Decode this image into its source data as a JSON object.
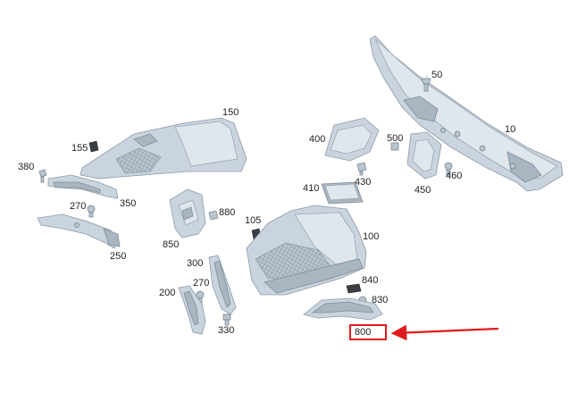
{
  "diagram": {
    "callouts": [
      {
        "id": "c10",
        "text": "10"
      },
      {
        "id": "c50",
        "text": "50"
      },
      {
        "id": "c100",
        "text": "100"
      },
      {
        "id": "c105",
        "text": "105"
      },
      {
        "id": "c150",
        "text": "150"
      },
      {
        "id": "c155",
        "text": "155"
      },
      {
        "id": "c200",
        "text": "200"
      },
      {
        "id": "c250",
        "text": "250"
      },
      {
        "id": "c270a",
        "text": "270"
      },
      {
        "id": "c270b",
        "text": "270"
      },
      {
        "id": "c300",
        "text": "300"
      },
      {
        "id": "c330",
        "text": "330"
      },
      {
        "id": "c350",
        "text": "350"
      },
      {
        "id": "c380",
        "text": "380"
      },
      {
        "id": "c400",
        "text": "400"
      },
      {
        "id": "c410",
        "text": "410"
      },
      {
        "id": "c430",
        "text": "430"
      },
      {
        "id": "c450",
        "text": "450"
      },
      {
        "id": "c460",
        "text": "460"
      },
      {
        "id": "c500",
        "text": "500"
      },
      {
        "id": "c800",
        "text": "800"
      },
      {
        "id": "c830",
        "text": "830"
      },
      {
        "id": "c840",
        "text": "840"
      },
      {
        "id": "c850",
        "text": "850"
      },
      {
        "id": "c880",
        "text": "880"
      }
    ],
    "highlight": {
      "callout_id": "c800",
      "color": "#e11b1b"
    },
    "colors": {
      "part_fill": "#c9d4de",
      "part_stroke": "#8c9aa7",
      "label_text": "#222222",
      "highlight": "#e11b1b"
    }
  }
}
